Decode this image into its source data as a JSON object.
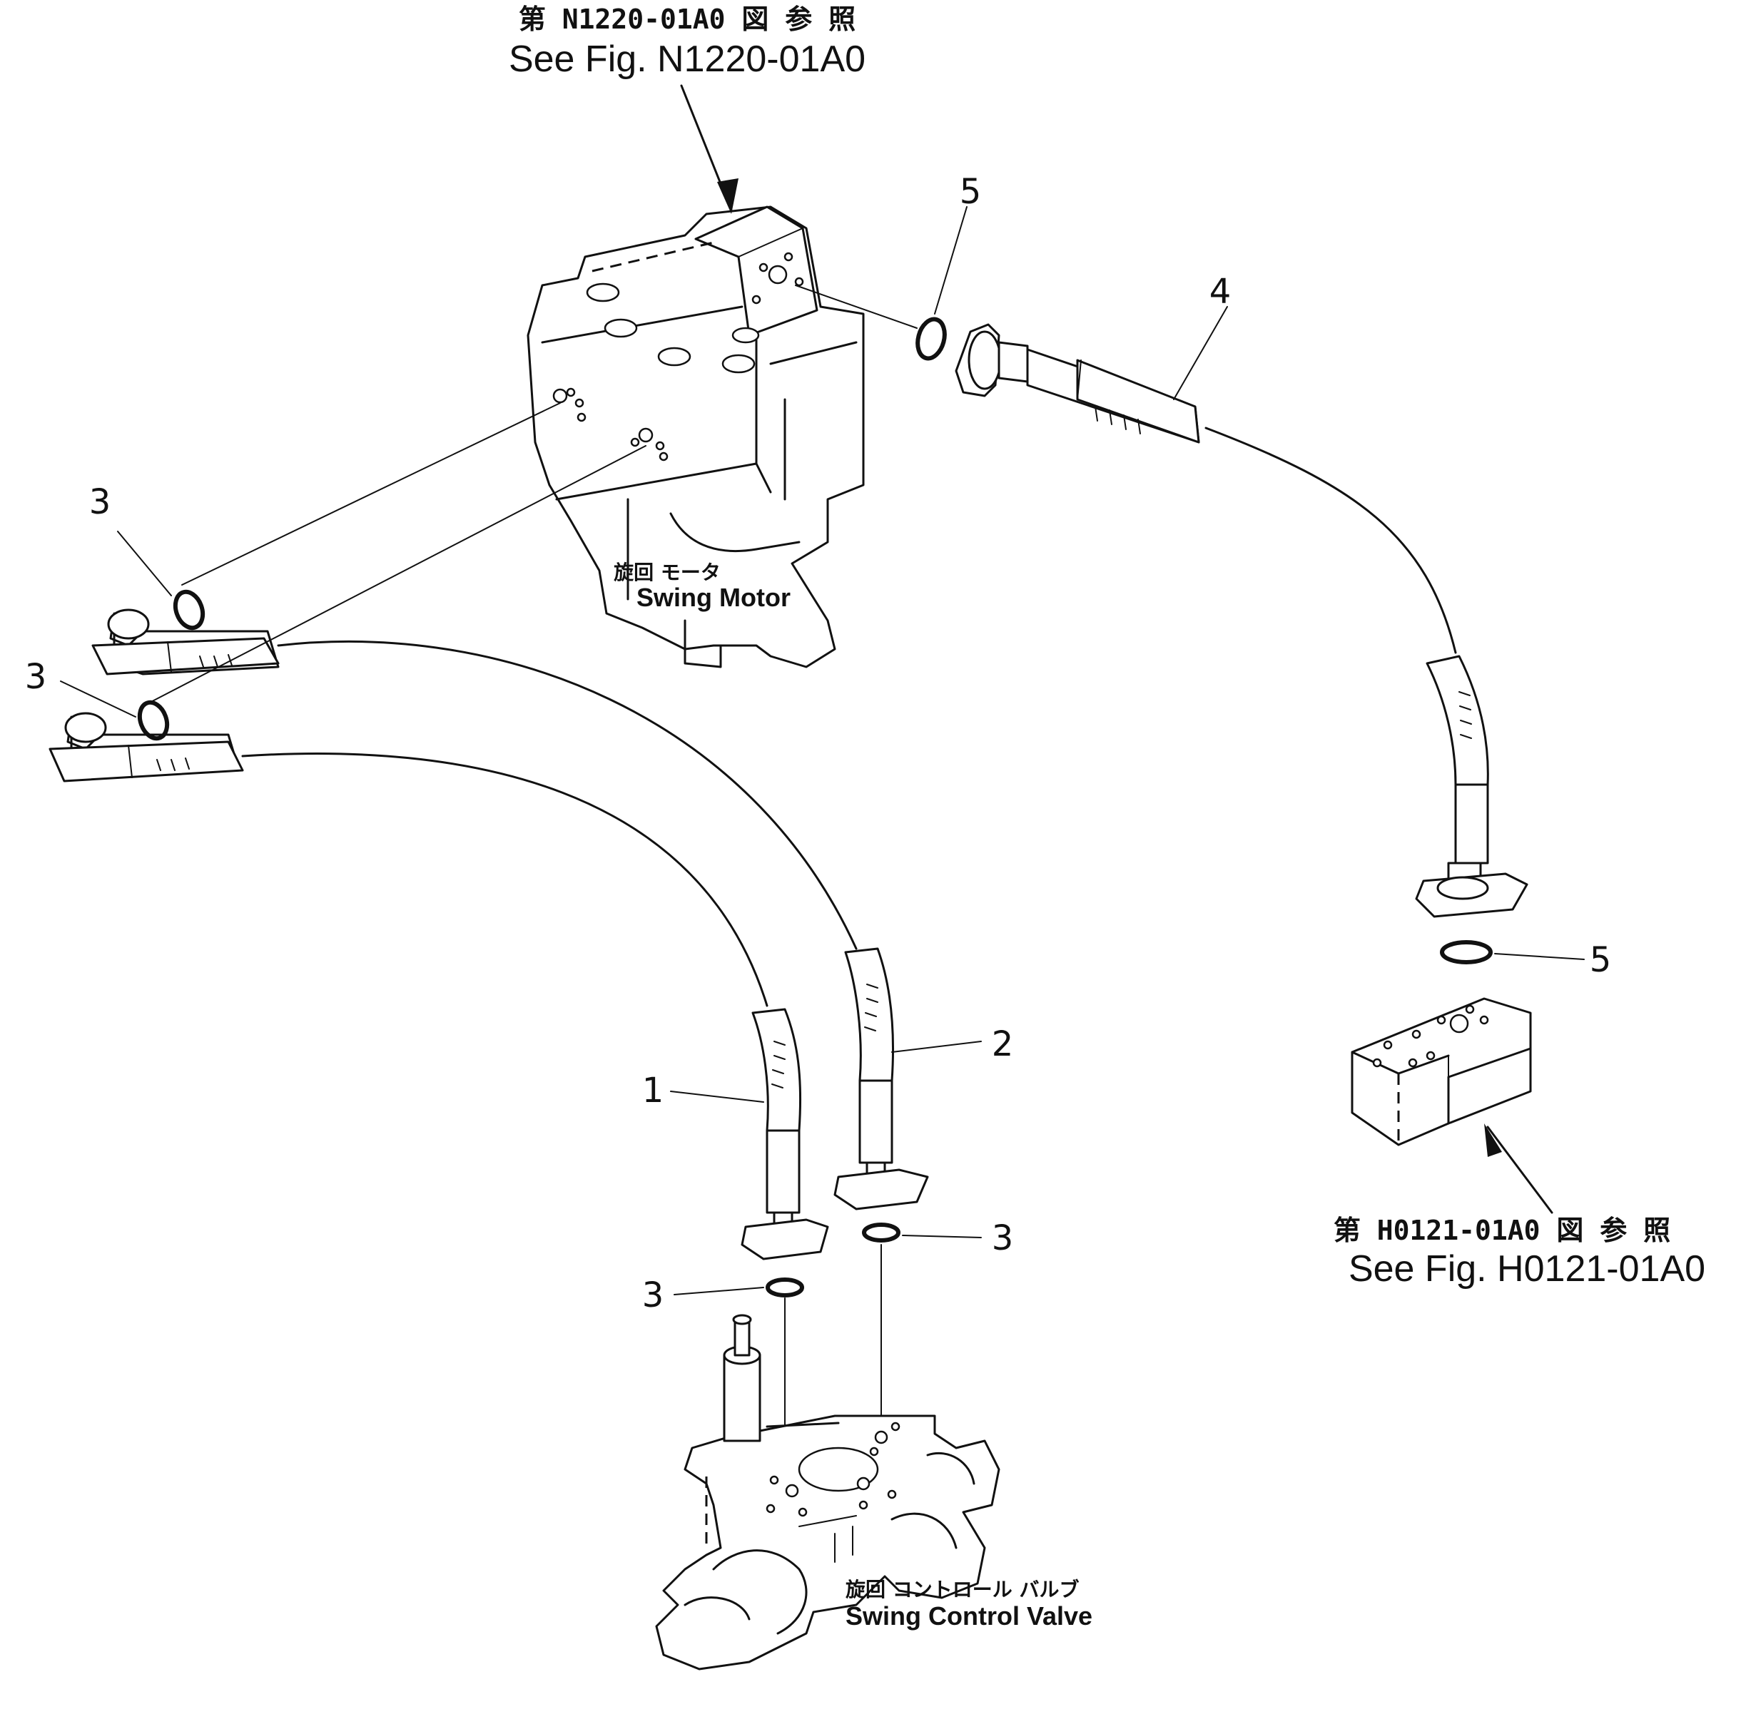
{
  "references": {
    "top": {
      "jp": "第 N1220-01A0 図 参 照",
      "en": "See Fig. N1220-01A0"
    },
    "bottom_right": {
      "jp": "第 H0121-01A0 図 参 照",
      "en": "See Fig. H0121-01A0"
    }
  },
  "components": {
    "swing_motor": {
      "jp": "旋回 モータ",
      "en": "Swing Motor"
    },
    "swing_control_valve": {
      "jp": "旋回 コントロール バルブ",
      "en": "Swing Control Valve"
    }
  },
  "callouts": {
    "hose_1": "1",
    "hose_2": "2",
    "oring_3_upper": "3",
    "oring_3_mid": "3",
    "oring_3_valve_right": "3",
    "oring_3_valve_left": "3",
    "hose_4": "4",
    "oring_5_top": "5",
    "oring_5_right": "5"
  }
}
